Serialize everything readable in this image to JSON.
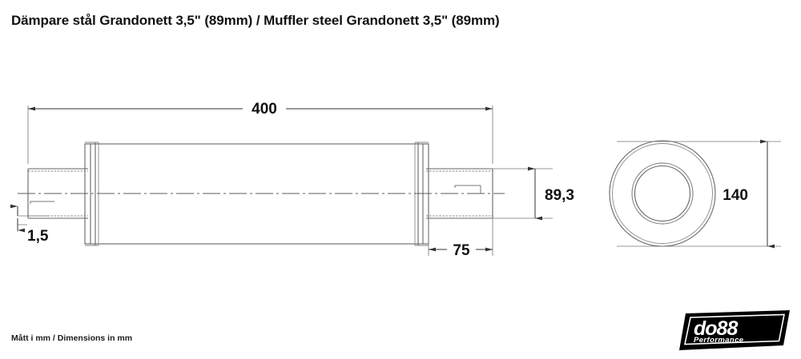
{
  "document": {
    "title": "Dämpare stål Grandonett 3,5\" (89mm) / Muffler steel Grandonett 3,5\" (89mm)",
    "units_note": "Mått i mm / Dimensions in mm",
    "drawing_type": "technical-dimension-drawing",
    "background_color": "#ffffff",
    "line_color": "#555555",
    "text_color": "#111111"
  },
  "product": {
    "name_sv": "Dämpare stål Grandonett 3,5\" (89mm)",
    "name_en": "Muffler steel Grandonett 3,5\" (89mm)",
    "inlet_size_inch": "3,5\"",
    "inlet_size_mm": "89mm"
  },
  "dimensions": {
    "overall_length": "400",
    "body_diameter": "140",
    "pipe_outer_diameter": "89,3",
    "pipe_stub_length": "75",
    "wall_thickness": "1,5"
  },
  "views": {
    "side_view": {
      "label": "side-view",
      "dimensions_shown": [
        "400",
        "89,3",
        "75",
        "1,5"
      ]
    },
    "end_view": {
      "label": "end-view",
      "dimensions_shown": [
        "140"
      ]
    }
  },
  "logo": {
    "brand": "do88",
    "tagline": "Performance",
    "background_color": "#000000",
    "text_color": "#ffffff"
  }
}
